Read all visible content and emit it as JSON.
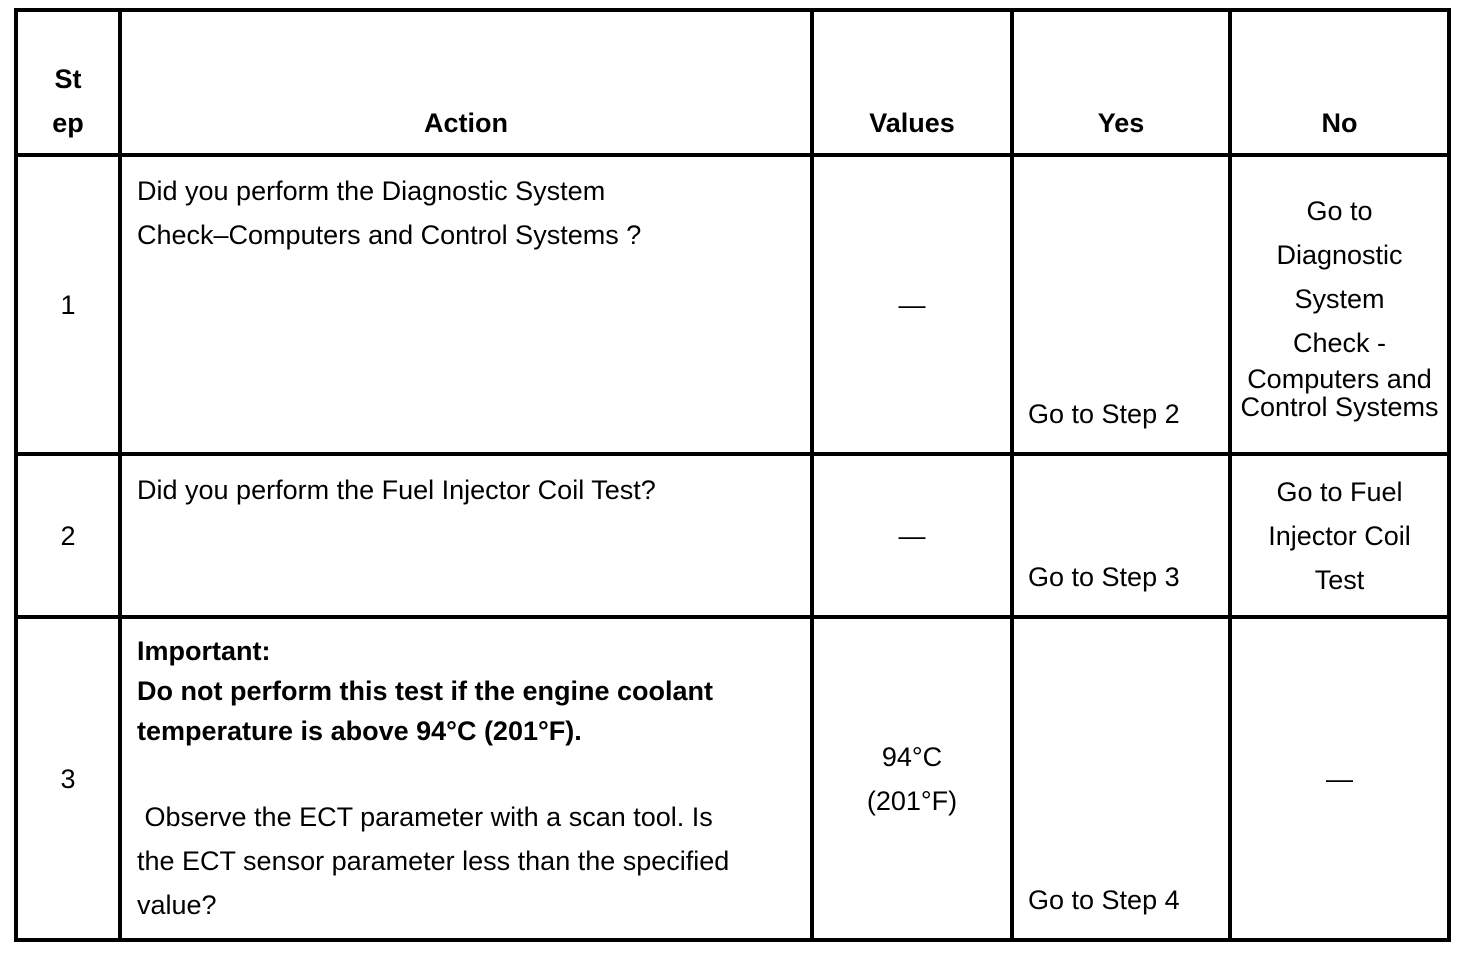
{
  "table": {
    "headers": {
      "step_line1": "St",
      "step_line2": "ep",
      "action": "Action",
      "values": "Values",
      "yes": "Yes",
      "no": "No"
    },
    "rows": [
      {
        "step": "1",
        "action_line1": "Did you perform the Diagnostic System",
        "action_line2": "Check–Computers and Control Systems ?",
        "values": "—",
        "yes": "Go to Step 2",
        "no_line1": "Go to",
        "no_line2": "Diagnostic",
        "no_line3": "System",
        "no_line4": "Check -",
        "no_line5": "Computers and",
        "no_line6": "Control Systems"
      },
      {
        "step": "2",
        "action_line1": "Did you perform the Fuel Injector Coil Test?",
        "values": "—",
        "yes": "Go to Step 3",
        "no_line1": "Go to Fuel",
        "no_line2": "Injector Coil",
        "no_line3": "Test"
      },
      {
        "step": "3",
        "important_label": "Important:",
        "important_line1": "Do not perform this test if the engine coolant",
        "important_line2": "temperature is above 94°C (201°F).",
        "question_line1": " Observe the ECT parameter with a scan tool. Is",
        "question_line2": "the ECT sensor parameter less than the specified",
        "question_line3": "value?",
        "values_line1": "94°C",
        "values_line2": "(201°F)",
        "yes": "Go to Step 4",
        "no": "—"
      }
    ]
  }
}
